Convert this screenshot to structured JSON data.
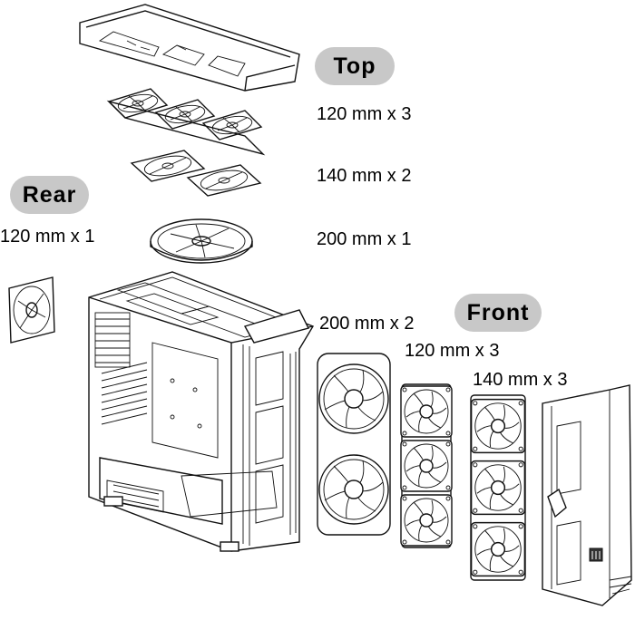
{
  "sections": {
    "top": "Top",
    "rear": "Rear",
    "front": "Front"
  },
  "fan_labels": {
    "top_120": "120 mm x 3",
    "top_140": "140 mm x 2",
    "top_200": "200 mm x 1",
    "rear_120": "120 mm x 1",
    "front_200": "200 mm x 2",
    "front_120": "120 mm x 3",
    "front_140": "140 mm x 3"
  },
  "colors": {
    "pill_fill": "#c8c8c8",
    "line": "#111111",
    "background": "#ffffff"
  }
}
